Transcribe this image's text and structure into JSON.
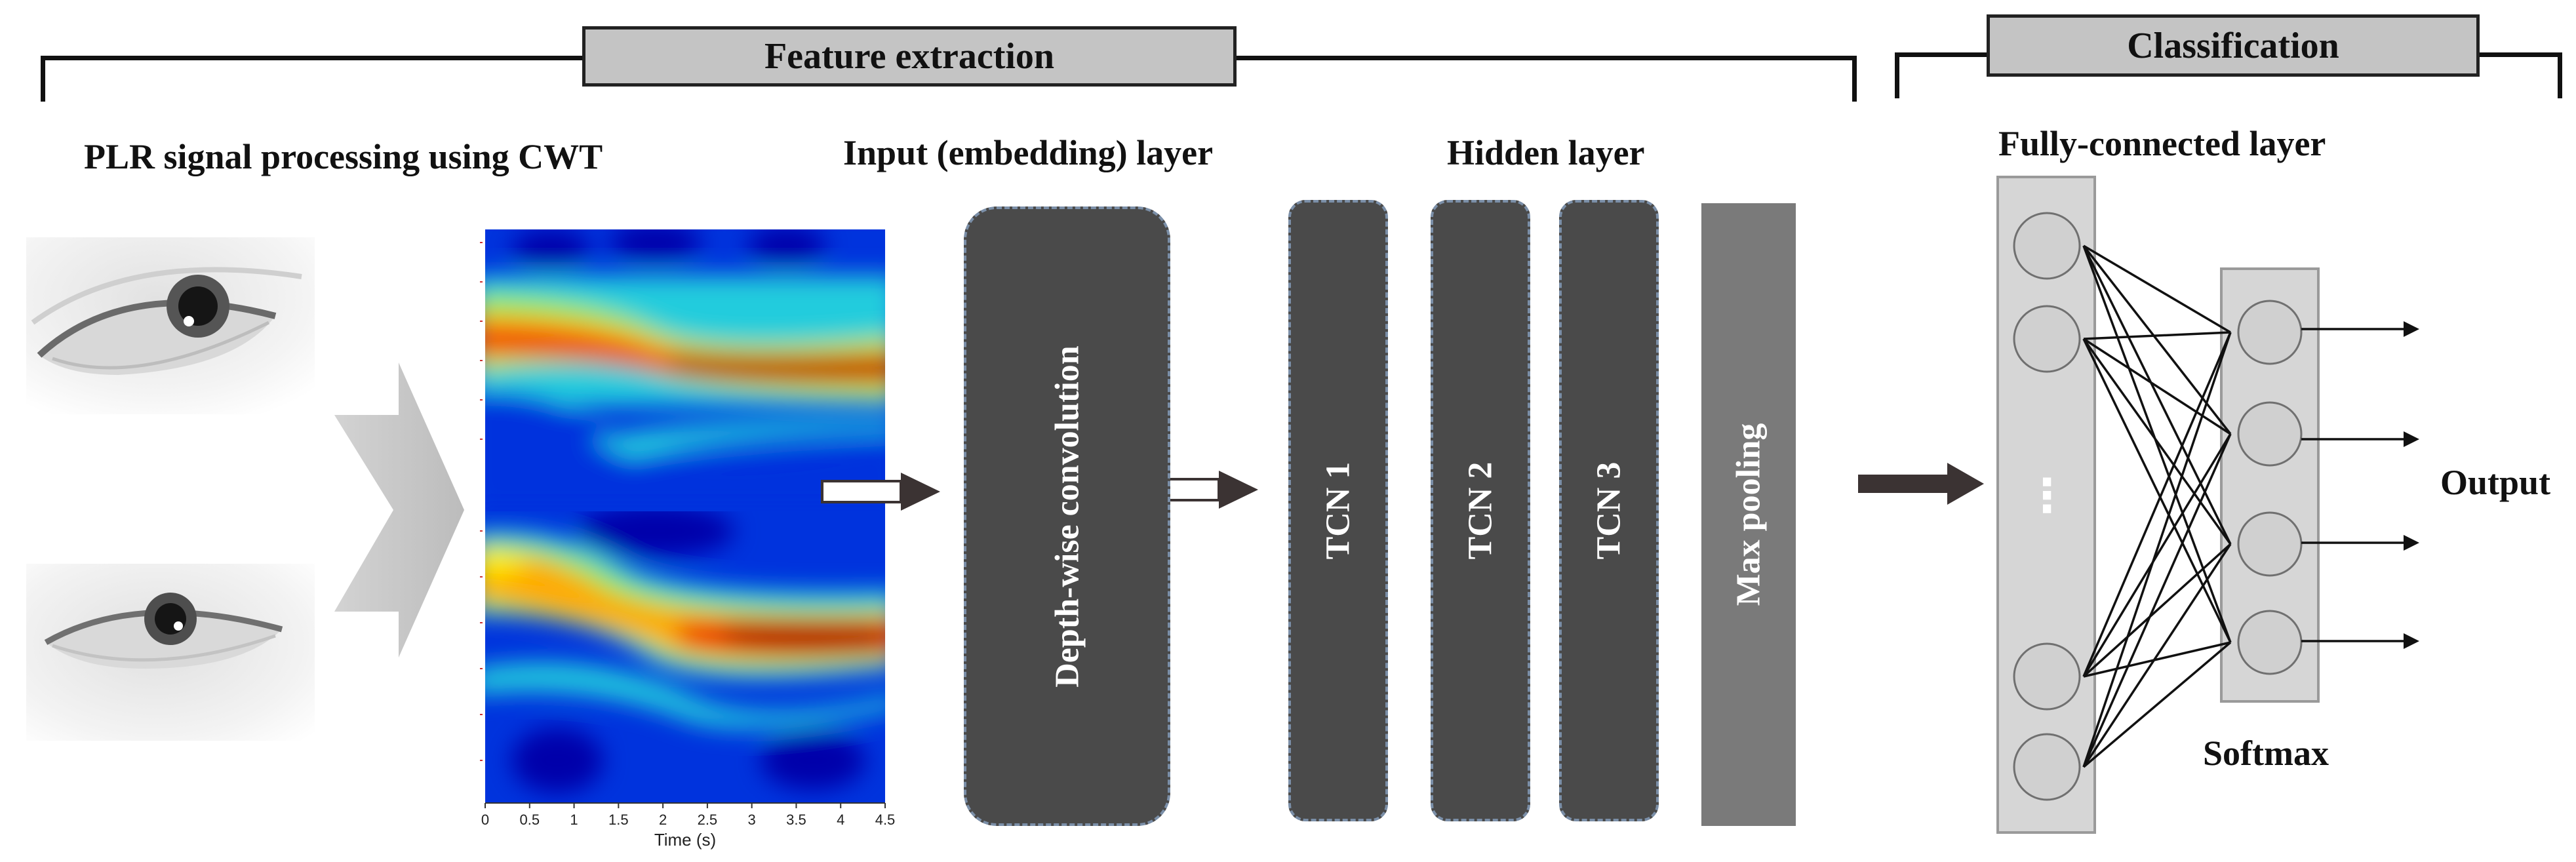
{
  "headers": {
    "feature_extraction": "Feature extraction",
    "classification": "Classification"
  },
  "labels": {
    "plr_signal": "PLR signal processing  using CWT",
    "input_layer": "Input (embedding) layer",
    "hidden_layer": "Hidden layer",
    "fc_layer": "Fully-connected layer",
    "softmax": "Softmax",
    "output": "Output"
  },
  "blocks": {
    "depthwise": "Depth-wise convolution",
    "tcn1": "TCN 1",
    "tcn2": "TCN 2",
    "tcn3": "TCN 3",
    "maxpool": "Max pooling"
  },
  "cwt_axis": {
    "xlabel": "Time (s)",
    "ticks": [
      "0",
      "0.5",
      "1",
      "1.5",
      "2",
      "2.5",
      "3",
      "3.5",
      "4",
      "4.5"
    ]
  },
  "fc_ellipsis": "⋮",
  "colors": {
    "block_fill": "#4a4a4a",
    "block_border": "#7b8fa8",
    "maxpool_fill": "#7a7a7a",
    "header_fill": "#c4c4c4",
    "layer_fill": "#d6d6d6",
    "arrow_fill": "#3b3333"
  }
}
